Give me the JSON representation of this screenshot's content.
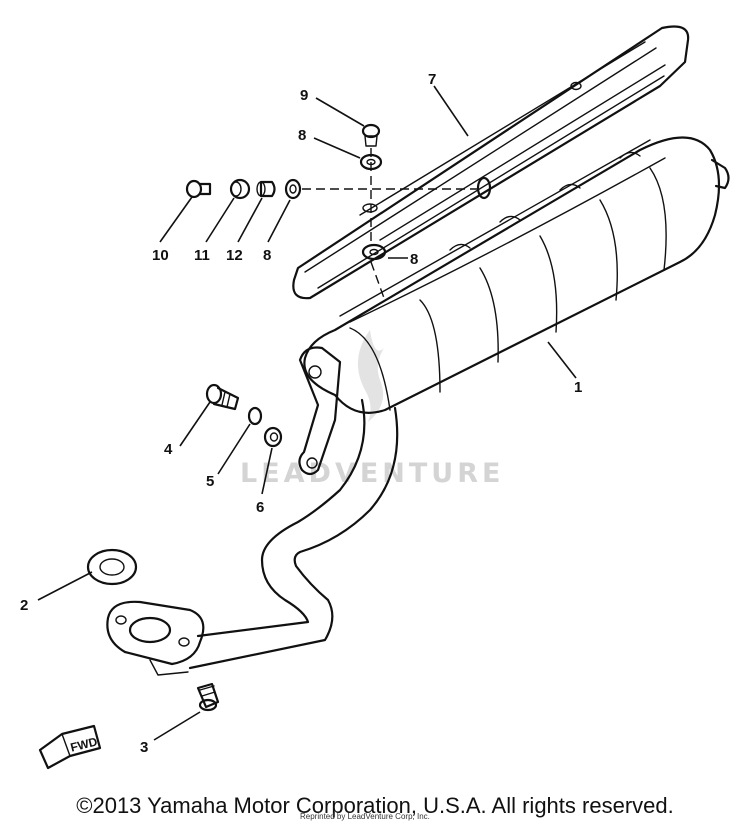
{
  "callouts": [
    "1",
    "2",
    "3",
    "4",
    "5",
    "6",
    "7",
    "8",
    "8",
    "8",
    "9",
    "10",
    "11",
    "12"
  ],
  "watermark": "LEADVENTURE",
  "direction_label": "FWD",
  "copyright": "©2013 Yamaha Motor Corporation, U.S.A. All rights reserved.",
  "small_credit": "Reprinted by LeadVenture Corp, Inc."
}
